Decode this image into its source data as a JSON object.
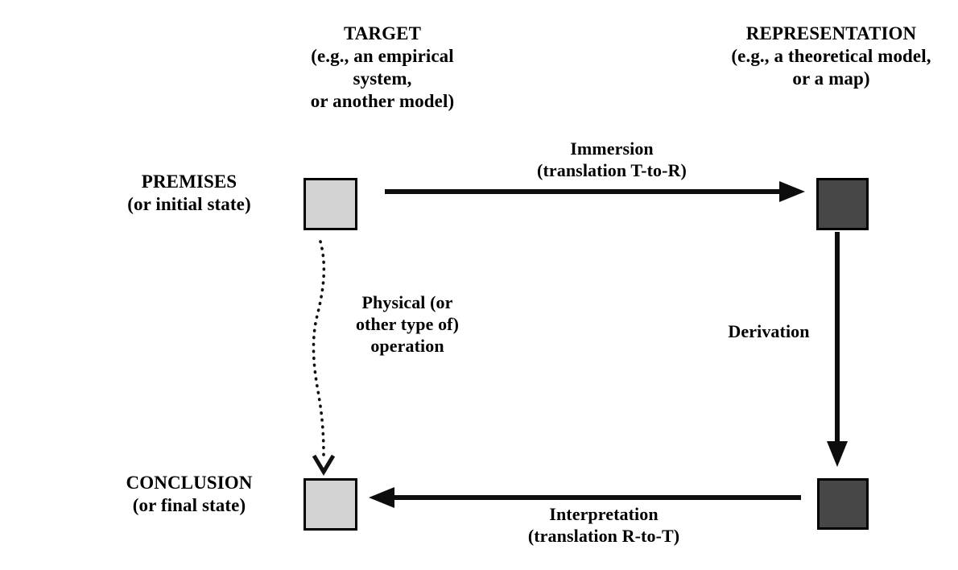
{
  "diagram": {
    "title_target": "TARGET\n(e.g., an empirical\nsystem,\nor another model)",
    "title_representation": "REPRESENTATION\n(e.g., a theoretical model,\nor a map)",
    "row_label_premises": "PREMISES\n(or initial state)",
    "row_label_conclusion": "CONCLUSION\n(or final state)",
    "edge_immersion": "Immersion\n(translation T-to-R)",
    "edge_interpretation": "Interpretation\n(translation R-to-T)",
    "edge_physical_operation": "Physical (or\nother type of)\noperation",
    "edge_derivation": "Derivation",
    "colors": {
      "target_node_fill": "#d2d2d2",
      "representation_node_fill": "#474747",
      "node_stroke": "#000000",
      "arrow_stroke": "#0d0d0d",
      "background": "#ffffff",
      "text": "#000000"
    },
    "nodes": [
      {
        "name": "premises-target-state",
        "column": "target",
        "row": "premises",
        "fill": "light"
      },
      {
        "name": "premises-representation-state",
        "column": "representation",
        "row": "premises",
        "fill": "dark"
      },
      {
        "name": "conclusion-target-state",
        "column": "target",
        "row": "conclusion",
        "fill": "light"
      },
      {
        "name": "conclusion-representation-state",
        "column": "representation",
        "row": "conclusion",
        "fill": "dark"
      }
    ],
    "edges": [
      {
        "name": "immersion",
        "from": "premises-target-state",
        "to": "premises-representation-state",
        "style": "solid",
        "direction": "right"
      },
      {
        "name": "derivation",
        "from": "premises-representation-state",
        "to": "conclusion-representation-state",
        "style": "solid",
        "direction": "down"
      },
      {
        "name": "interpretation",
        "from": "conclusion-representation-state",
        "to": "conclusion-target-state",
        "style": "solid",
        "direction": "left"
      },
      {
        "name": "physical-operation",
        "from": "premises-target-state",
        "to": "conclusion-target-state",
        "style": "dotted-wavy",
        "direction": "down"
      }
    ]
  }
}
